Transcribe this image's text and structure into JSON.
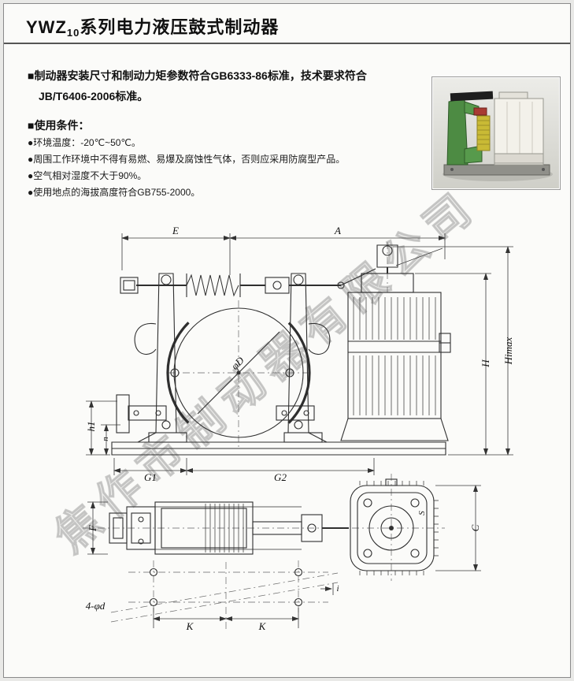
{
  "header": {
    "title_prefix": "YWZ",
    "title_sub": "10",
    "title_rest": "系列电力液压鼓式制动器"
  },
  "intro": {
    "line1": "■制动器安装尺寸和制动力矩参数符合GB6333-86标准，技术要求符合",
    "line2": "JB/T6406-2006标准。"
  },
  "conditions": {
    "heading": "■使用条件：",
    "items": [
      "●环境温度：-20℃~50℃。",
      "●周围工作环境中不得有易燃、易爆及腐蚀性气体，否则应采用防腐型产品。",
      "●空气相对湿度不大于90%。",
      "●使用地点的海拔高度符合GB755-2000。"
    ]
  },
  "watermark": {
    "text": "焦作市制动器有限公司"
  },
  "drawing": {
    "labels": {
      "E": "E",
      "A": "A",
      "H": "H",
      "Himax": "Himax",
      "h1": "h1",
      "n": "n",
      "G1": "G1",
      "G2": "G2",
      "phiD": "φD",
      "F": "F",
      "C": "C",
      "S": "S",
      "holes": "4-φd",
      "K1": "K",
      "K2": "K",
      "i": "i"
    }
  },
  "colors": {
    "frame_green": "#4d8b43",
    "spring_yellow": "#c9ba35",
    "thruster_white": "#f3f1ea"
  }
}
